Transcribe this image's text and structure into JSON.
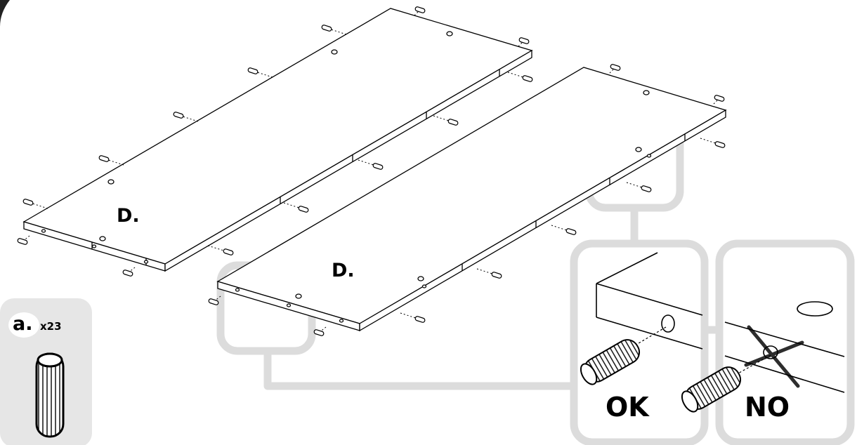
{
  "panels": [
    {
      "label": "D."
    },
    {
      "label": "D."
    }
  ],
  "part_card": {
    "letter": "a.",
    "quantity": "x23"
  },
  "details": {
    "ok_label": "OK",
    "no_label": "NO"
  },
  "colors": {
    "ink": "#000000",
    "callout_gray": "#dcdcdc",
    "card_gray": "#e6e6e6",
    "paper": "#ffffff"
  },
  "icons": [
    "wooden-dowel-icon",
    "cross-mark-icon"
  ]
}
